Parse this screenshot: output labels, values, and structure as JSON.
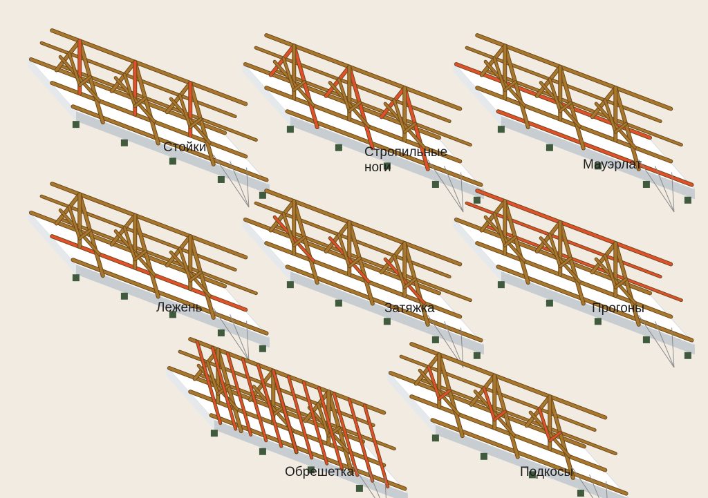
{
  "diagrams": [
    {
      "id": "stoyki",
      "label": "Стойки",
      "highlight": "posts"
    },
    {
      "id": "stropilnye",
      "label": "Стропильные\nноги",
      "highlight": "rafters"
    },
    {
      "id": "mauerlat",
      "label": "Мауэрлат",
      "highlight": "wallplate"
    },
    {
      "id": "lezhen",
      "label": "Лежень",
      "highlight": "sill"
    },
    {
      "id": "zatyazhka",
      "label": "Затяжка",
      "highlight": "ties"
    },
    {
      "id": "progony",
      "label": "Прогоны",
      "highlight": "purlins"
    },
    {
      "id": "obreshetka",
      "label": "Обрешетка",
      "highlight": "battens"
    },
    {
      "id": "podkosy",
      "label": "Подкосы",
      "highlight": "braces"
    }
  ],
  "colors": {
    "background": "#f1ebe1",
    "timber": "#a8772f",
    "timber_dark": "#6e4a18",
    "highlight": "#e0502c",
    "wall_top": "#ffffff",
    "wall_side": "#c8cdd2",
    "foundation": "#3f5a3c",
    "leader": "#8a8a8a"
  }
}
